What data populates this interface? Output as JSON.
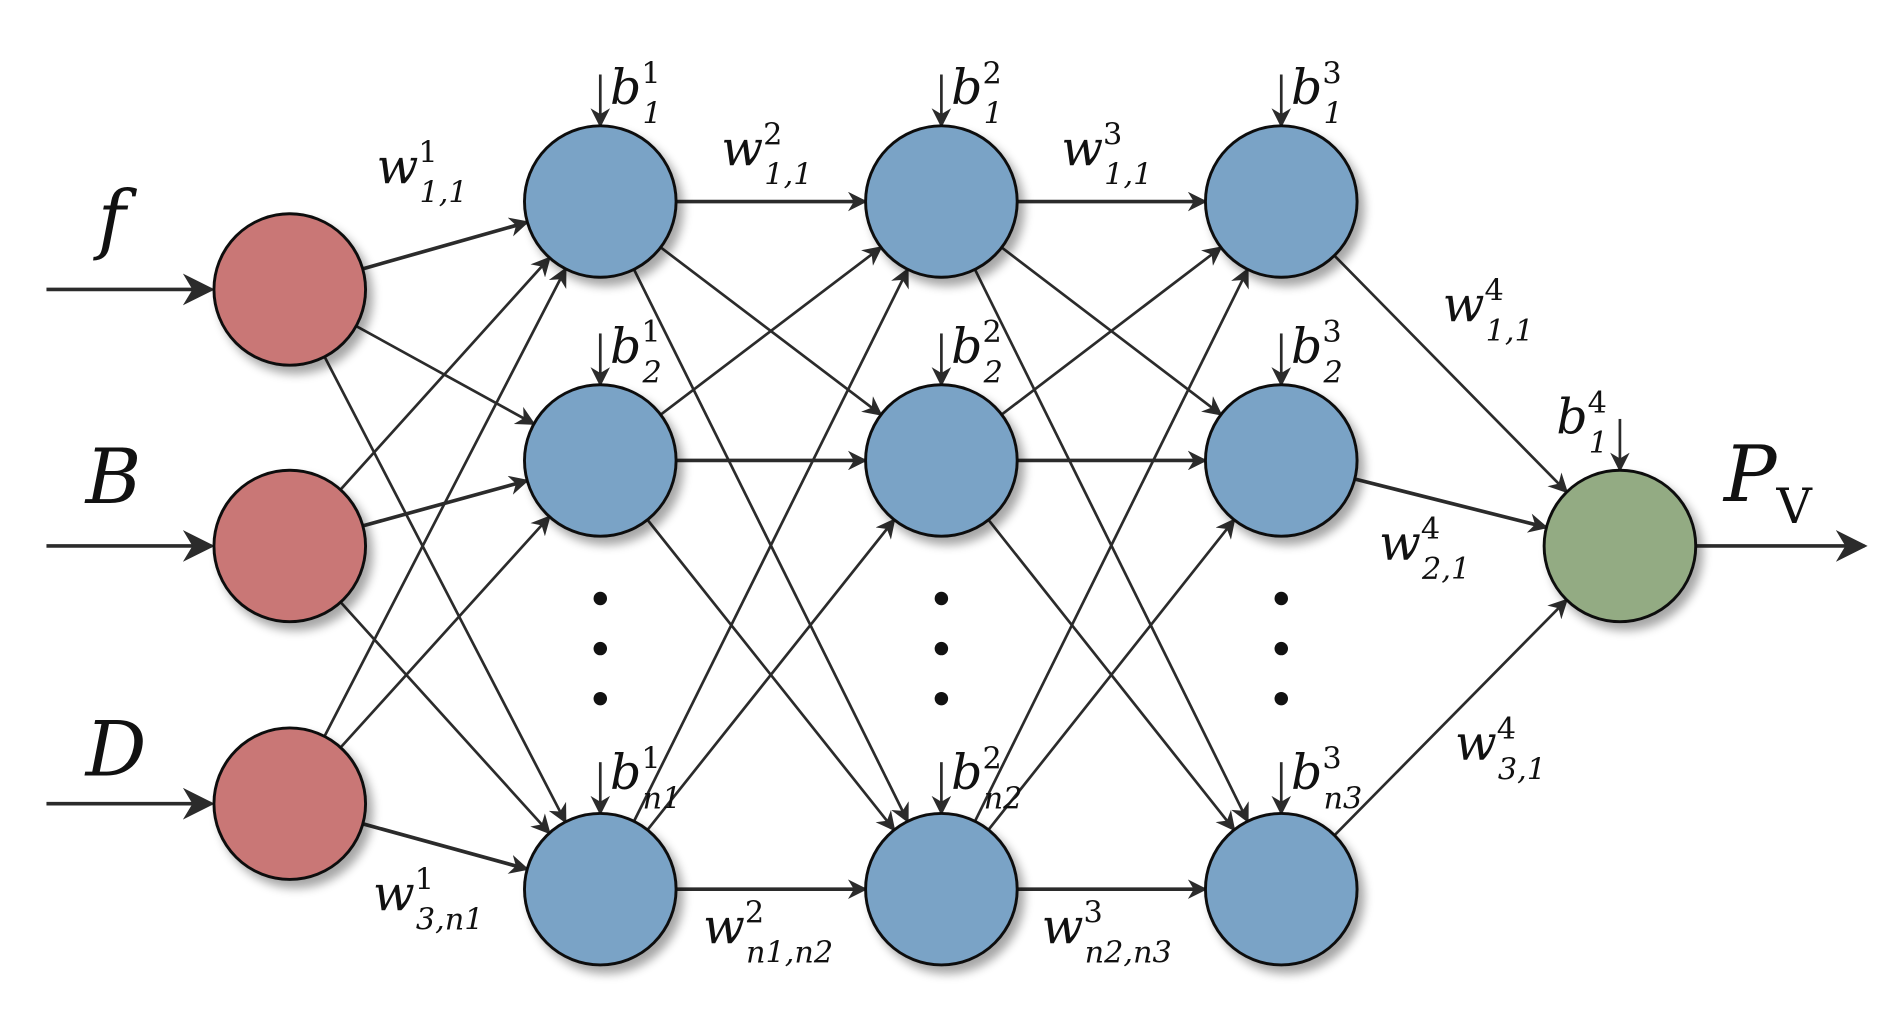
{
  "title": "Feed-forward neural network: inputs f, B, D to output P_V",
  "colors": {
    "input_node": "#c97776",
    "hidden_node": "#7aa3c6",
    "output_node": "#93ab83",
    "edge": "#2b2b2b"
  },
  "inputs": [
    {
      "symbol": "f"
    },
    {
      "symbol": "B"
    },
    {
      "symbol": "D"
    }
  ],
  "hidden_layers": [
    {
      "layer": 1,
      "biases": [
        {
          "base": "b",
          "sup": "1",
          "sub": "1"
        },
        {
          "base": "b",
          "sup": "1",
          "sub": "2"
        },
        {
          "base": "b",
          "sup": "1",
          "sub": "n1"
        }
      ]
    },
    {
      "layer": 2,
      "biases": [
        {
          "base": "b",
          "sup": "2",
          "sub": "1"
        },
        {
          "base": "b",
          "sup": "2",
          "sub": "2"
        },
        {
          "base": "b",
          "sup": "2",
          "sub": "n2"
        }
      ]
    },
    {
      "layer": 3,
      "biases": [
        {
          "base": "b",
          "sup": "3",
          "sub": "1"
        },
        {
          "base": "b",
          "sup": "3",
          "sub": "2"
        },
        {
          "base": "b",
          "sup": "3",
          "sub": "n3"
        }
      ]
    }
  ],
  "output": {
    "symbol": "P",
    "subscript": "V",
    "bias": {
      "base": "b",
      "sup": "4",
      "sub": "1"
    }
  },
  "weight_labels": [
    {
      "id": "w1_11",
      "base": "w",
      "sup": "1",
      "sub": "1,1"
    },
    {
      "id": "w1_3n1",
      "base": "w",
      "sup": "1",
      "sub": "3,n1"
    },
    {
      "id": "w2_11",
      "base": "w",
      "sup": "2",
      "sub": "1,1"
    },
    {
      "id": "w2_n1n2",
      "base": "w",
      "sup": "2",
      "sub": "n1,n2"
    },
    {
      "id": "w3_11",
      "base": "w",
      "sup": "3",
      "sub": "1,1"
    },
    {
      "id": "w3_n2n3",
      "base": "w",
      "sup": "3",
      "sub": "n2,n3"
    },
    {
      "id": "w4_11",
      "base": "w",
      "sup": "4",
      "sub": "1,1"
    },
    {
      "id": "w4_21",
      "base": "w",
      "sup": "4",
      "sub": "2,1"
    },
    {
      "id": "w4_31",
      "base": "w",
      "sup": "4",
      "sub": "3,1"
    }
  ],
  "ellipsis": "⋮"
}
